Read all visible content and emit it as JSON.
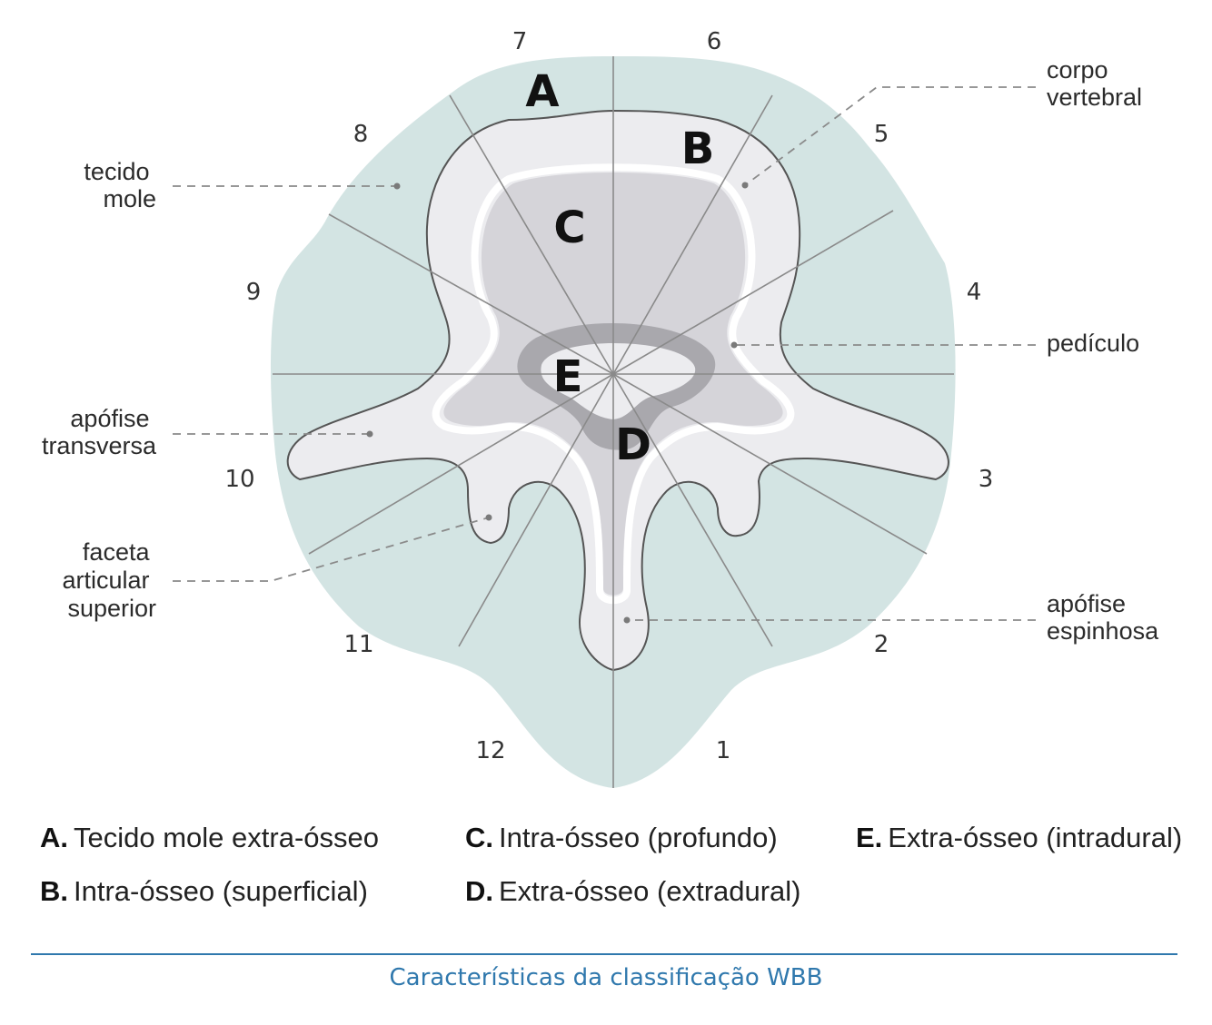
{
  "sector_numbers": [
    "1",
    "2",
    "3",
    "4",
    "5",
    "6",
    "7",
    "8",
    "9",
    "10",
    "11",
    "12"
  ],
  "zone_letters": {
    "A": "A",
    "B": "B",
    "C": "C",
    "D": "D",
    "E": "E"
  },
  "labels": {
    "corpo_vertebral": [
      "corpo",
      "vertebral"
    ],
    "tecido_mole": [
      "tecido",
      "mole"
    ],
    "pediculo": [
      "pedículo"
    ],
    "apofise_transversa": [
      "apófise",
      "transversa"
    ],
    "faceta_articular": [
      "faceta",
      "articular",
      "superior"
    ],
    "apofise_espinhosa": [
      "apófise",
      "espinhosa"
    ]
  },
  "legend": [
    {
      "key": "A.",
      "text": "Tecido mole extra-ósseo"
    },
    {
      "key": "B.",
      "text": "Intra-ósseo (superficial)"
    },
    {
      "key": "C.",
      "text": "Intra-ósseo (profundo)"
    },
    {
      "key": "D.",
      "text": "Extra-ósseo (extradural)"
    },
    {
      "key": "E.",
      "text": "Extra-ósseo (intradural)"
    }
  ],
  "caption": "Características da classificação WBB",
  "colors": {
    "soft_tissue": "#d3e4e3",
    "bone": "#ececef",
    "deep_bone": "#d5d4d9",
    "dural_ring": "#a9a8ad",
    "outline": "#555555",
    "caption": "#2f78ad"
  }
}
